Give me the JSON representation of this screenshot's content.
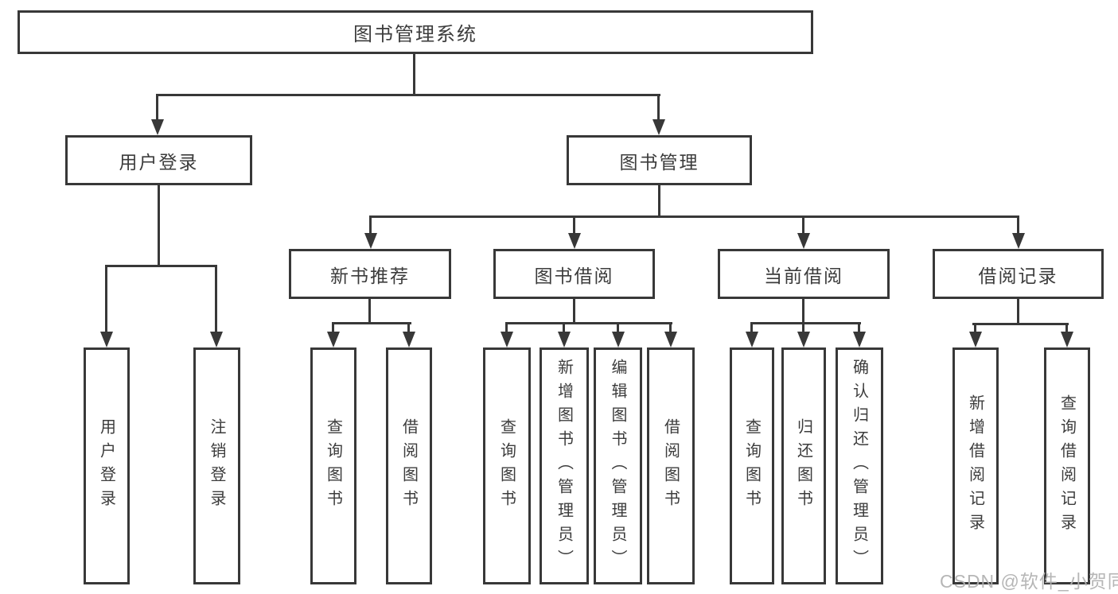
{
  "diagram": {
    "root_label": "图书管理系统",
    "branches": [
      {
        "label": "用户登录"
      },
      {
        "label": "图书管理"
      }
    ],
    "modules": [
      {
        "label": "新书推荐"
      },
      {
        "label": "图书借阅"
      },
      {
        "label": "当前借阅"
      },
      {
        "label": "借阅记录"
      }
    ],
    "leaves": [
      {
        "label": "用户登录"
      },
      {
        "label": "注销登录"
      },
      {
        "label": "查询图书"
      },
      {
        "label": "借阅图书"
      },
      {
        "label": "查询图书"
      },
      {
        "label": "新增图书（管理员）"
      },
      {
        "label": "编辑图书（管理员）"
      },
      {
        "label": "借阅图书"
      },
      {
        "label": "查询图书"
      },
      {
        "label": "归还图书"
      },
      {
        "label": "确认归还（管理员）"
      },
      {
        "label": "新增借阅记录"
      },
      {
        "label": "查询借阅记录"
      }
    ]
  },
  "watermark": {
    "text": "CSDN @软件_小贺同学"
  },
  "colors": {
    "line": "#383838",
    "text": "#3c3c3c",
    "background": "#ffffff",
    "watermark": "#b0b0b0"
  }
}
